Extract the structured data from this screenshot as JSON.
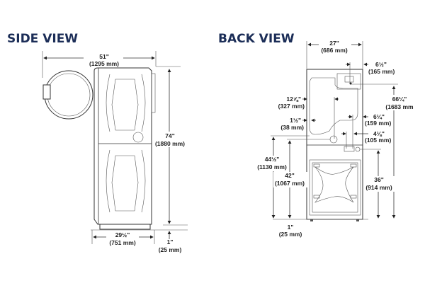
{
  "side_view": {
    "title": "SIDE VIEW",
    "depth_open": {
      "in": "51\"",
      "mm": "(1295 mm)"
    },
    "height": {
      "in": "74\"",
      "mm": "(1880 mm)"
    },
    "depth": {
      "in": "29½\"",
      "mm": "(751 mm)"
    },
    "clearance": {
      "in": "1\"",
      "mm": "(25 mm)"
    }
  },
  "back_view": {
    "title": "BACK VIEW",
    "width": {
      "in": "27\"",
      "mm": "(686 mm)"
    },
    "vent_offset": {
      "in": "6½\"",
      "mm": "(165 mm)"
    },
    "vent_height": {
      "in": "66¼\"",
      "mm": "(1683 mm"
    },
    "side_a": {
      "in": "12⅞\"",
      "mm": "(327 mm)"
    },
    "side_b": {
      "in": "1½\"",
      "mm": "(38 mm)"
    },
    "side_c": {
      "in": "6¼\"",
      "mm": "(159 mm)"
    },
    "side_d": {
      "in": "4⅛\"",
      "mm": "(105 mm)"
    },
    "height_a": {
      "in": "44½\"",
      "mm": "(1130 mm)"
    },
    "height_b": {
      "in": "42\"",
      "mm": "(1067 mm)"
    },
    "height_c": {
      "in": "36\"",
      "mm": "(914 mm)"
    },
    "clearance": {
      "in": "1\"",
      "mm": "(25 mm)"
    }
  }
}
